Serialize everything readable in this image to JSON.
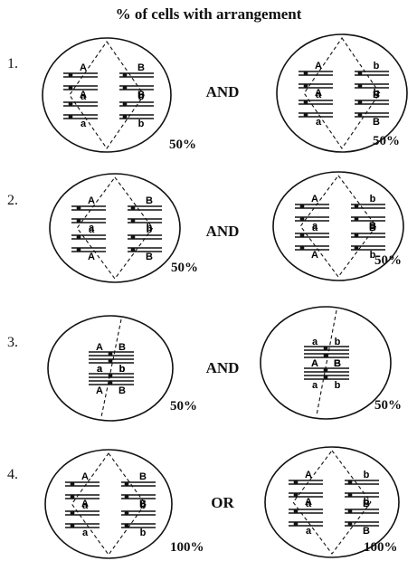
{
  "title": "% of cells with arrangement",
  "rows": [
    {
      "number": "1.",
      "connector": "AND",
      "cells": [
        {
          "type": "metaphase-I",
          "alleles": [
            [
              "A",
              "B"
            ],
            [
              "A",
              "B"
            ],
            [
              "a",
              "b"
            ],
            [
              "a",
              "b"
            ]
          ],
          "percent": "50%"
        },
        {
          "type": "metaphase-I",
          "alleles": [
            [
              "A",
              "b"
            ],
            [
              "A",
              "b"
            ],
            [
              "a",
              "B"
            ],
            [
              "a",
              "B"
            ]
          ],
          "percent": "50%"
        }
      ]
    },
    {
      "number": "2.",
      "connector": "AND",
      "cells": [
        {
          "type": "metaphase-I",
          "alleles": [
            [
              "A",
              "B"
            ],
            [
              "a",
              "b"
            ],
            [
              "a",
              "b"
            ],
            [
              "A",
              "B"
            ]
          ],
          "percent": "50%"
        },
        {
          "type": "metaphase-I",
          "alleles": [
            [
              "A",
              "b"
            ],
            [
              "a",
              "B"
            ],
            [
              "a",
              "B"
            ],
            [
              "A",
              "b"
            ]
          ],
          "percent": "50%"
        }
      ]
    },
    {
      "number": "3.",
      "connector": "AND",
      "cells": [
        {
          "type": "metaphase-II",
          "alleles": [
            [
              "A",
              "B"
            ],
            [
              "a",
              "b"
            ],
            [
              "a",
              "b"
            ],
            [
              "A",
              "B"
            ]
          ],
          "percent": "50%"
        },
        {
          "type": "metaphase-II",
          "alleles": [
            [
              "a",
              "b"
            ],
            [
              "A",
              "B"
            ],
            [
              "A",
              "B"
            ],
            [
              "a",
              "b"
            ]
          ],
          "percent": "50%"
        }
      ]
    },
    {
      "number": "4.",
      "connector": "OR",
      "cells": [
        {
          "type": "metaphase-I",
          "alleles": [
            [
              "A",
              "B"
            ],
            [
              "A",
              "B"
            ],
            [
              "a",
              "b"
            ],
            [
              "a",
              "b"
            ]
          ],
          "percent": "100%"
        },
        {
          "type": "metaphase-I",
          "alleles": [
            [
              "A",
              "b"
            ],
            [
              "A",
              "b"
            ],
            [
              "a",
              "B"
            ],
            [
              "a",
              "B"
            ]
          ],
          "percent": "100%"
        }
      ]
    }
  ]
}
